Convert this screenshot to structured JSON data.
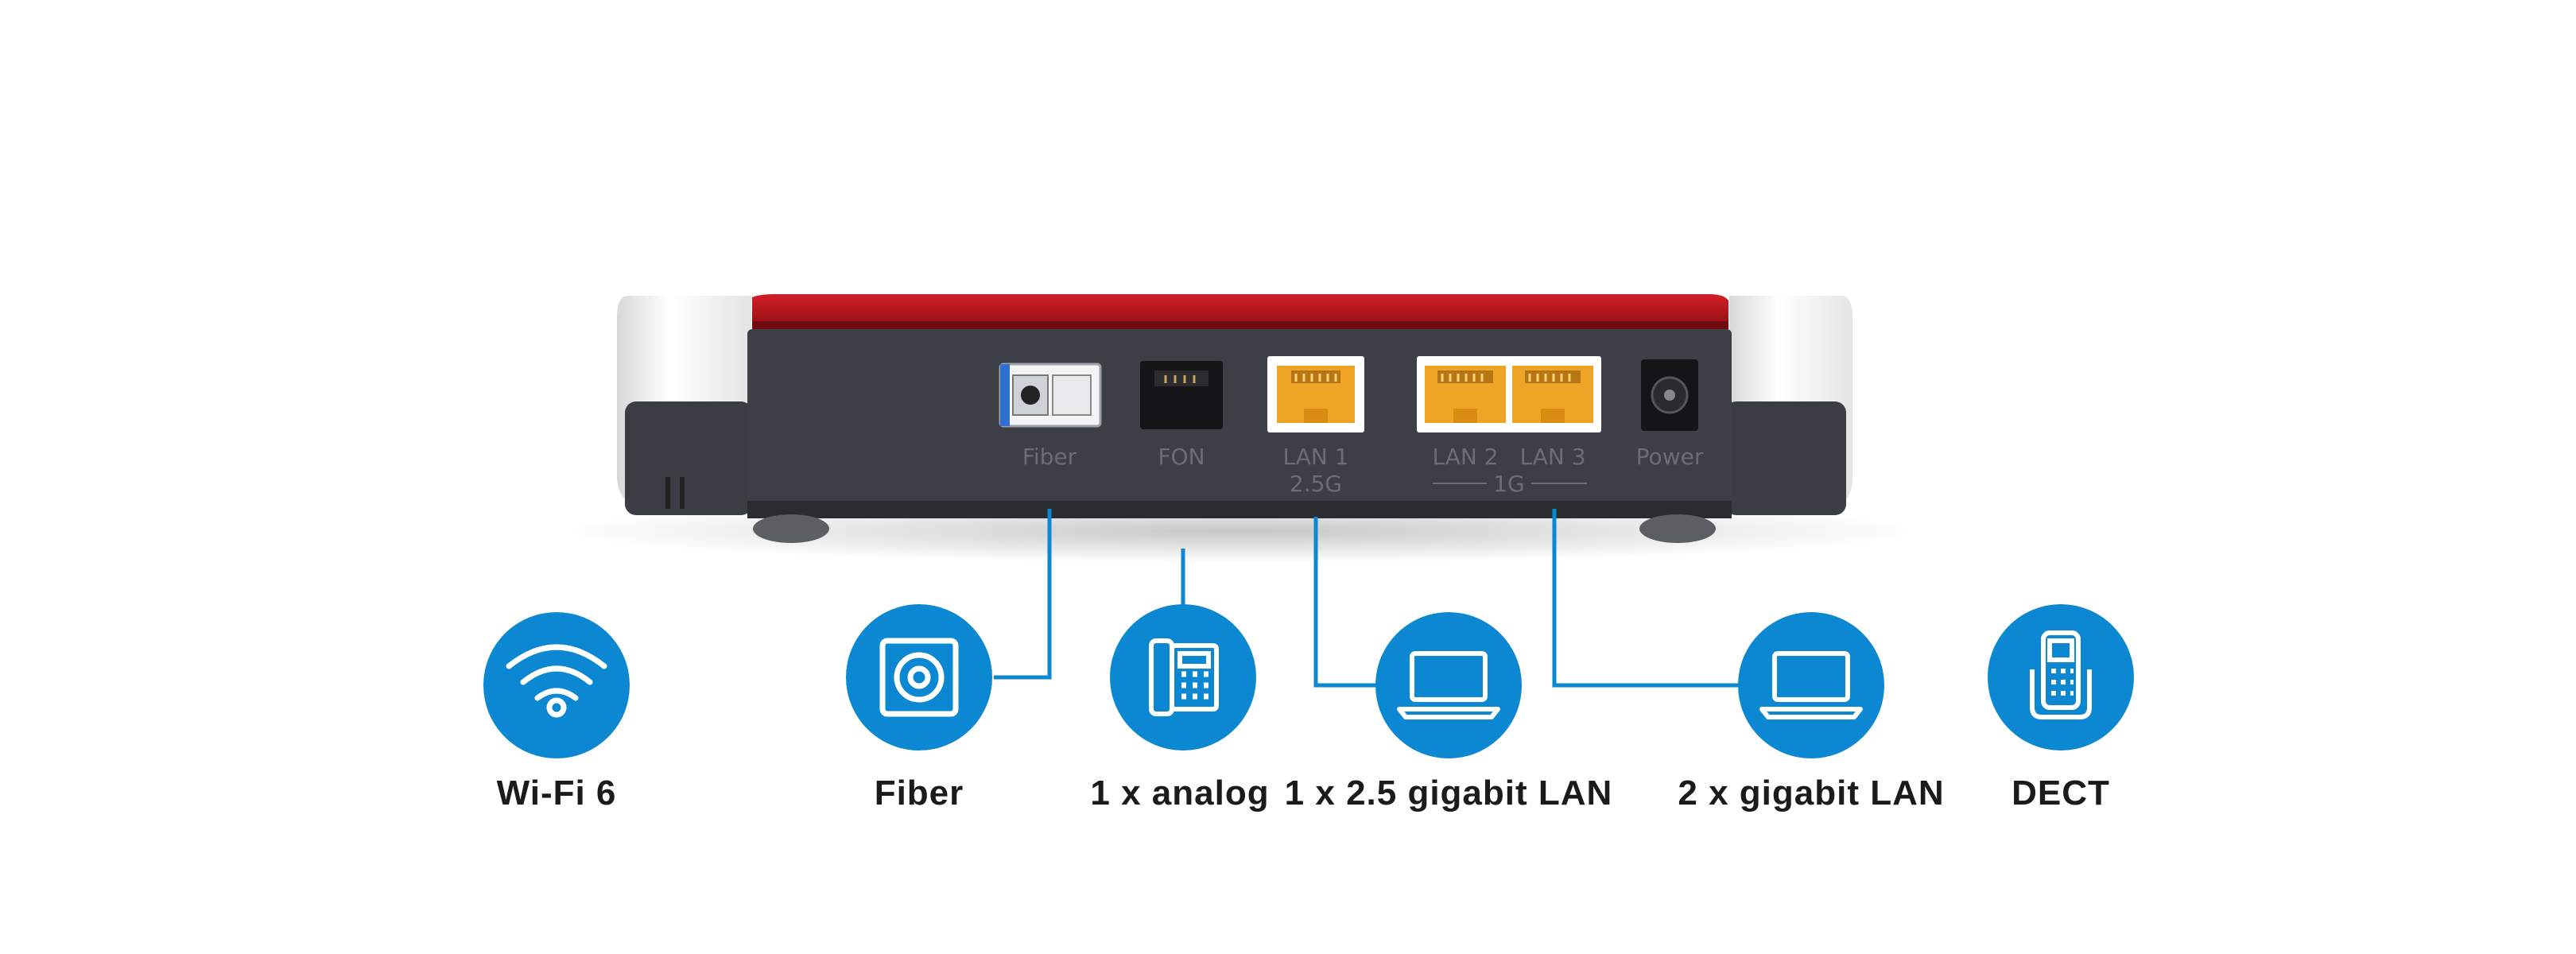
{
  "device": {
    "ports": [
      {
        "label": "Fiber"
      },
      {
        "label": "FON"
      },
      {
        "label": "LAN 1",
        "sublabel": "2.5G"
      },
      {
        "label": "LAN 2"
      },
      {
        "label": "LAN 3"
      },
      {
        "label": "Power"
      }
    ],
    "lan_group_label": "1G"
  },
  "features": [
    {
      "label": "Wi-Fi 6",
      "icon": "wifi-icon"
    },
    {
      "label": "Fiber",
      "icon": "fiber-port-icon"
    },
    {
      "label": "1 x analog",
      "icon": "desk-phone-icon"
    },
    {
      "label": "1 x 2.5 gigabit LAN",
      "icon": "laptop-icon"
    },
    {
      "label": "2 x gigabit LAN",
      "icon": "laptop-icon"
    },
    {
      "label": "DECT",
      "icon": "cordless-phone-icon"
    }
  ],
  "colors": {
    "accent_blue": "#0c87d1",
    "device_red": "#b5121b",
    "device_gray": "#3c3f45",
    "device_white": "#f2f2f2",
    "lan_orange": "#f0a426"
  }
}
